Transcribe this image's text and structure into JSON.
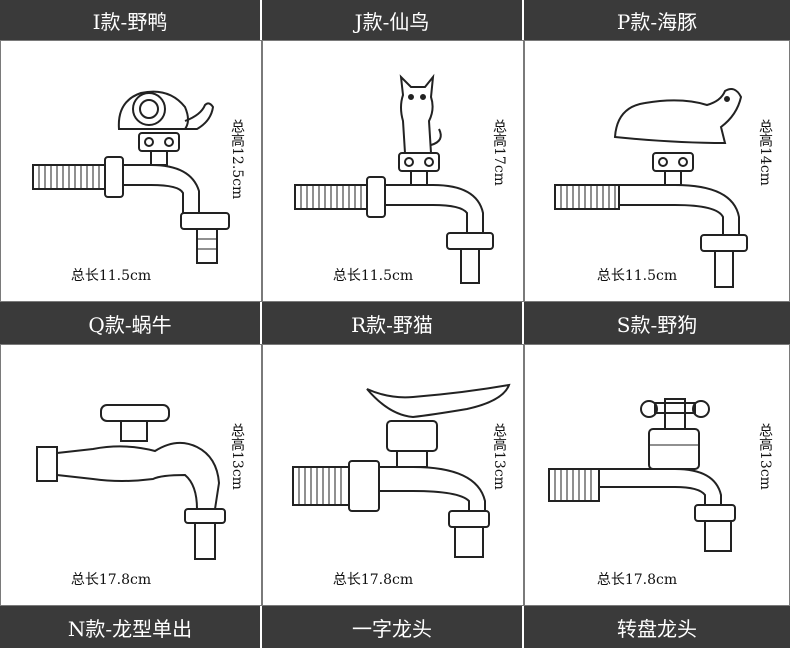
{
  "rows": [
    {
      "headers": [
        "I款-野鸭",
        "J款-仙鸟",
        "P款-海豚"
      ],
      "cells": [
        {
          "height": "总高12.5cm",
          "length": "总长11.5cm"
        },
        {
          "height": "总高17cm",
          "length": "总长11.5cm"
        },
        {
          "height": "总高14cm",
          "length": "总长11.5cm"
        }
      ]
    },
    {
      "headers": [
        "Q款-蜗牛",
        "R款-野猫",
        "S款-野狗"
      ],
      "cells": [
        {
          "height": "总高13cm",
          "length": "总长17.8cm"
        },
        {
          "height": "总高13cm",
          "length": "总长17.8cm"
        },
        {
          "height": "总高13cm",
          "length": "总长17.8cm"
        }
      ]
    }
  ],
  "footer": [
    "N款-龙型单出",
    "一字龙头",
    "转盘龙头"
  ]
}
